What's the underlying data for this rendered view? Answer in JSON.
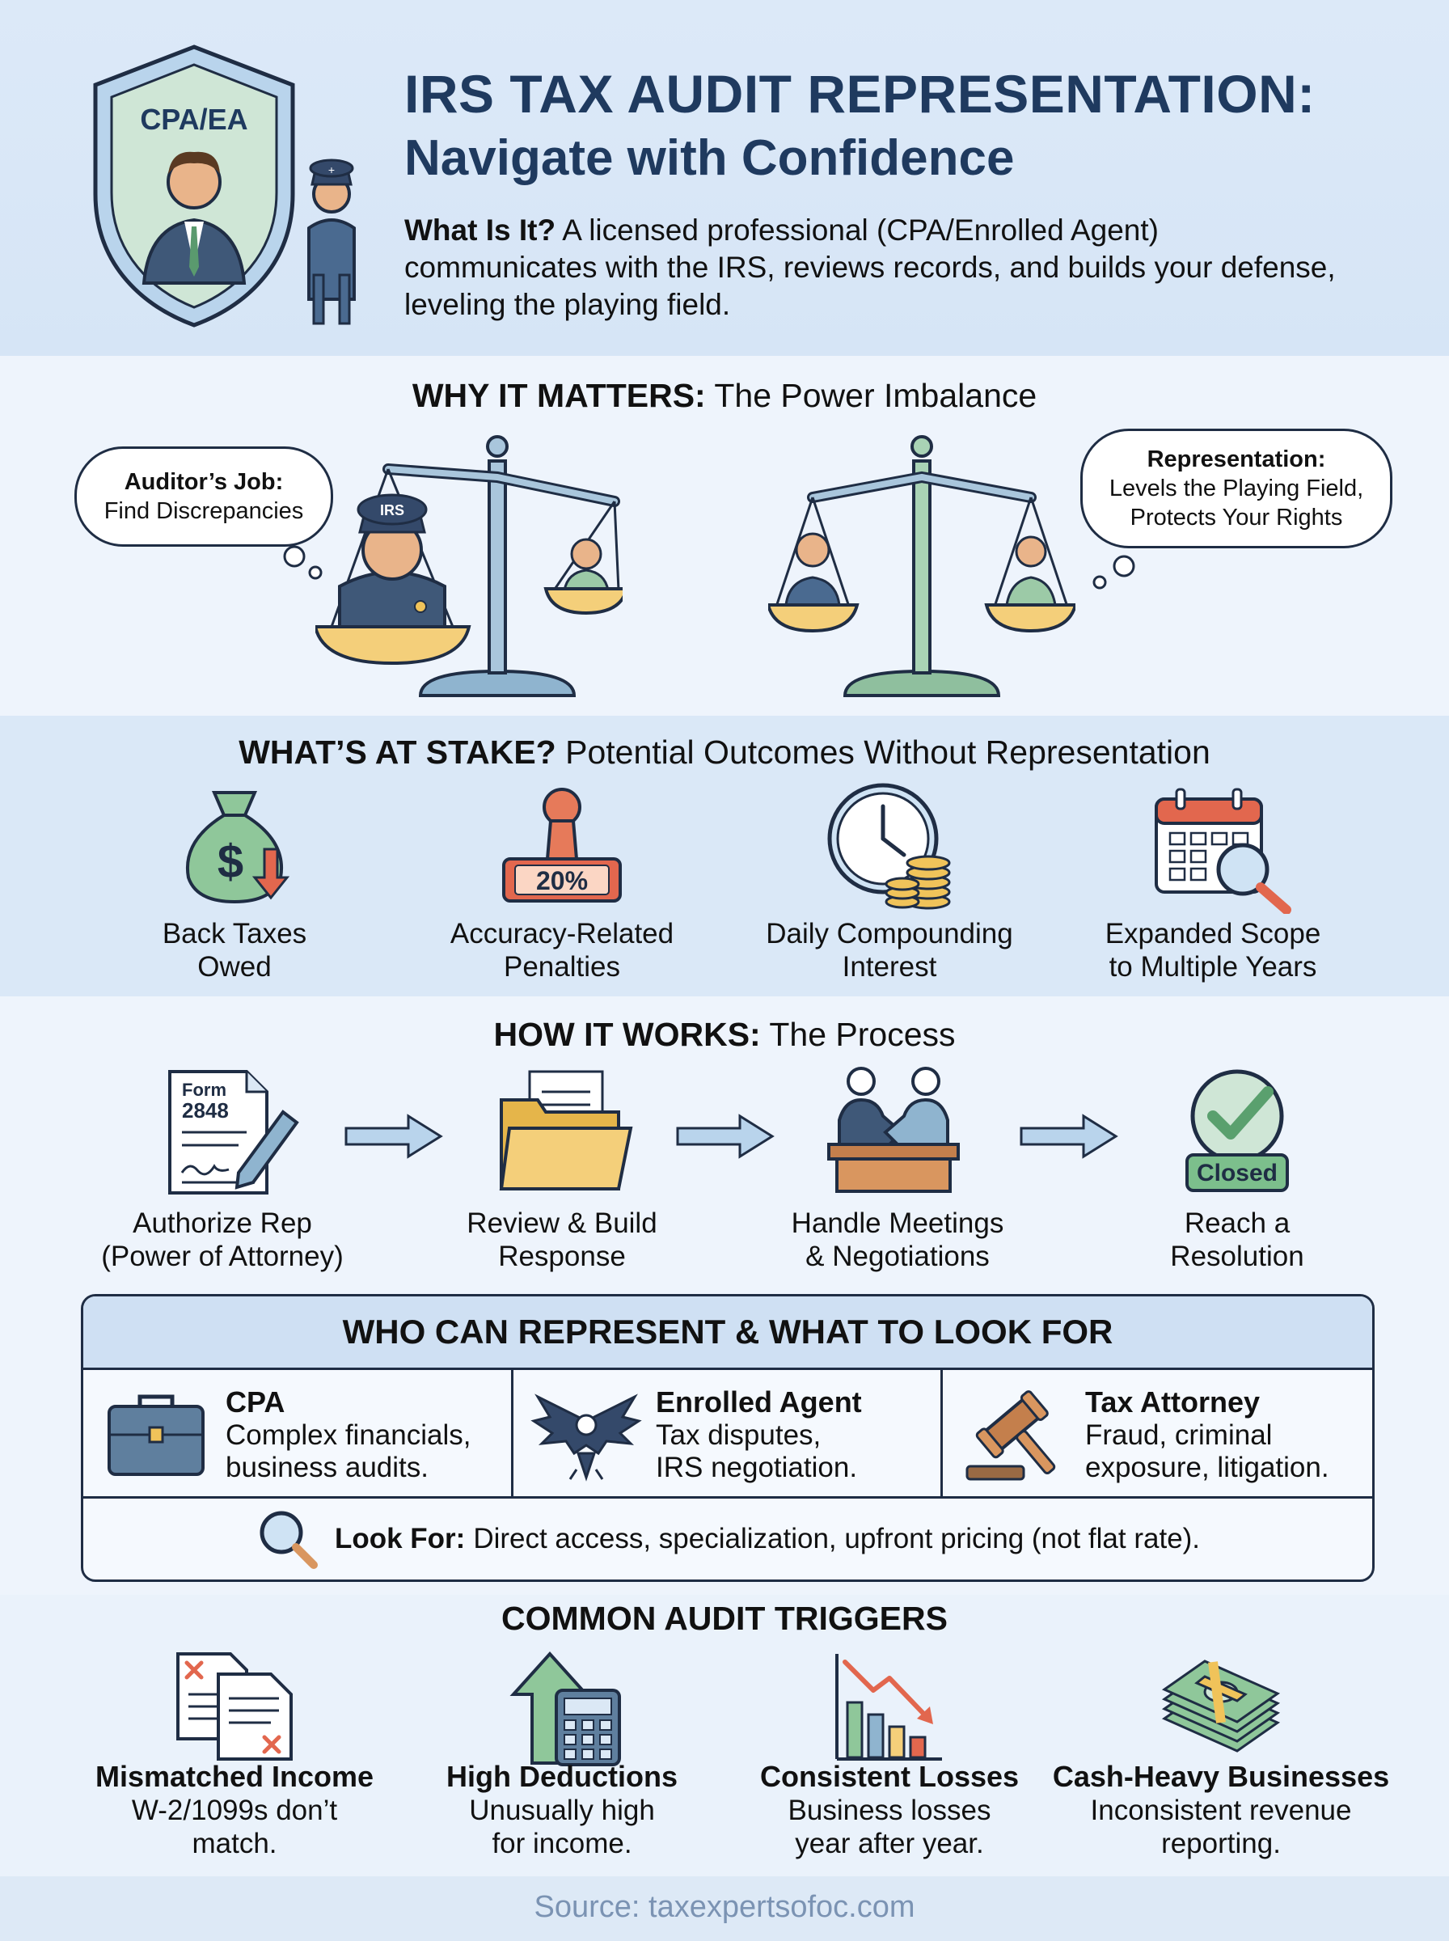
{
  "header": {
    "badge": "CPA/EA",
    "title_line1": "IRS TAX AUDIT REPRESENTATION:",
    "title_line2": "Navigate with Confidence",
    "whatis_label": "What Is It?",
    "whatis_text": " A licensed professional (CPA/Enrolled Agent) communicates with the IRS, reviews records, and builds your defense, leveling the playing field."
  },
  "why": {
    "title_bold": "WHY IT MATTERS:",
    "title_rest": " The Power Imbalance",
    "left_cloud_bold": "Auditor’s Job:",
    "left_cloud_text": "Find Discrepancies",
    "right_cloud_bold": "Representation:",
    "right_cloud_text1": "Levels the Playing Field,",
    "right_cloud_text2": "Protects Your Rights",
    "cap_text": "IRS"
  },
  "stake": {
    "title_bold": "WHAT’S AT STAKE?",
    "title_rest": " Potential Outcomes Without Representation",
    "items": [
      {
        "line1": "Back Taxes",
        "line2": "Owed",
        "icon": "money-bag-icon"
      },
      {
        "line1": "Accuracy-Related",
        "line2": "Penalties",
        "icon": "stamp-icon",
        "stamp": "20%"
      },
      {
        "line1": "Daily Compounding",
        "line2": "Interest",
        "icon": "clock-coins-icon"
      },
      {
        "line1": "Expanded Scope",
        "line2": "to Multiple Years",
        "icon": "calendar-search-icon"
      }
    ]
  },
  "how": {
    "title_bold": "HOW IT WORKS:",
    "title_rest": " The Process",
    "form_label1": "Form",
    "form_label2": "2848",
    "closed_label": "Closed",
    "steps": [
      {
        "line1": "Authorize Rep",
        "line2": "(Power of Attorney)"
      },
      {
        "line1": "Review & Build",
        "line2": "Response"
      },
      {
        "line1": "Handle Meetings",
        "line2": "& Negotiations"
      },
      {
        "line1": "Reach a",
        "line2": "Resolution"
      }
    ]
  },
  "who": {
    "title": "WHO CAN REPRESENT & WHAT TO LOOK FOR",
    "reps": [
      {
        "name": "CPA",
        "line1": "Complex financials,",
        "line2": "business audits."
      },
      {
        "name": "Enrolled Agent",
        "line1": "Tax disputes,",
        "line2": "IRS negotiation."
      },
      {
        "name": "Tax Attorney",
        "line1": "Fraud, criminal",
        "line2": "exposure, litigation."
      }
    ],
    "lookfor_bold": "Look For:",
    "lookfor_text": "Direct access, specialization, upfront pricing (not flat rate)."
  },
  "triggers": {
    "title": "COMMON AUDIT TRIGGERS",
    "items": [
      {
        "title": "Mismatched Income",
        "line1": "W-2/1099s don’t",
        "line2": "match."
      },
      {
        "title": "High Deductions",
        "line1": "Unusually high",
        "line2": "for income."
      },
      {
        "title": "Consistent Losses",
        "line1": "Business losses",
        "line2": "year after year."
      },
      {
        "title": "Cash-Heavy Businesses",
        "line1": "Inconsistent revenue",
        "line2": "reporting."
      }
    ]
  },
  "source": "Source: taxexpertsofoc.com"
}
